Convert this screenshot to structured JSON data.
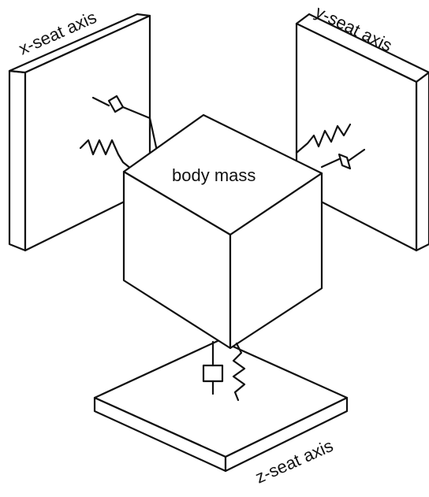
{
  "diagram": {
    "labels": {
      "x_seat_axis": "x-seat axis",
      "y_seat_axis": "y-seat axis",
      "z_seat_axis": "z-seat axis",
      "body_mass": "body mass"
    },
    "colors": {
      "ink": "#111111",
      "background": "#ffffff",
      "face_light": "#ffffff"
    }
  }
}
